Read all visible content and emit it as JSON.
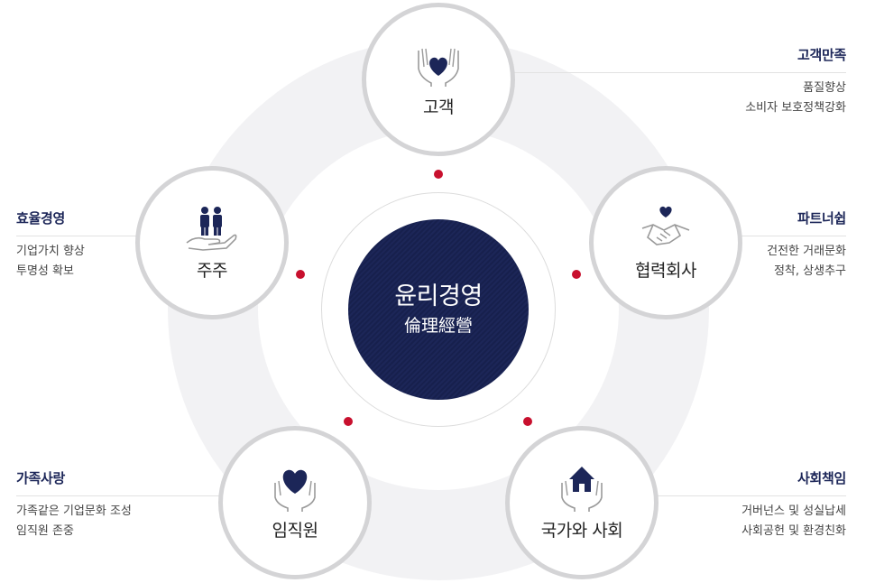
{
  "center": {
    "title": "윤리경영",
    "subtitle": "倫理經營"
  },
  "nodes": {
    "customer": {
      "label": "고객",
      "icon": "hands-heart-icon"
    },
    "partner": {
      "label": "협력회사",
      "icon": "handshake-heart-icon"
    },
    "society": {
      "label": "국가와 사회",
      "icon": "hands-house-icon"
    },
    "employee": {
      "label": "임직원",
      "icon": "hands-heart-icon"
    },
    "shareholder": {
      "label": "주주",
      "icon": "hand-people-icon"
    }
  },
  "info": {
    "customer": {
      "title": "고객만족",
      "lines": [
        "품질향상",
        "소비자 보호정책강화"
      ]
    },
    "partner": {
      "title": "파트너쉽",
      "lines": [
        "건전한 거래문화",
        "정착, 상생추구"
      ]
    },
    "society": {
      "title": "사회책임",
      "lines": [
        "거버넌스 및 성실납세",
        "사회공헌 및 환경친화"
      ]
    },
    "employee": {
      "title": "가족사랑",
      "lines": [
        "가족같은 기업문화 조성",
        "임직원 존중"
      ]
    },
    "shareholder": {
      "title": "효율경영",
      "lines": [
        "기업가치 향상",
        "투명성 확보"
      ]
    }
  },
  "colors": {
    "navy": "#1c2658",
    "accent_dot": "#c8102e",
    "ring": "#f2f2f4",
    "node_border": "#d4d4d6"
  }
}
